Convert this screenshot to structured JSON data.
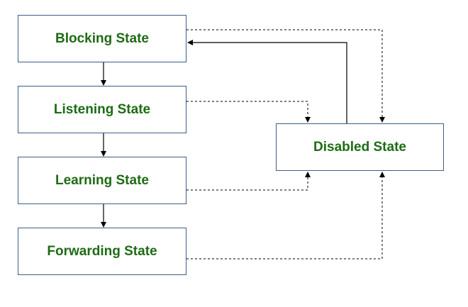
{
  "diagram": {
    "states": {
      "blocking": "Blocking State",
      "listening": "Listening State",
      "learning": "Learning State",
      "forwarding": "Forwarding State",
      "disabled": "Disabled State"
    },
    "colors": {
      "label": "#1e6b14",
      "box_border": "#3f5d86",
      "arrow": "#000000"
    }
  }
}
